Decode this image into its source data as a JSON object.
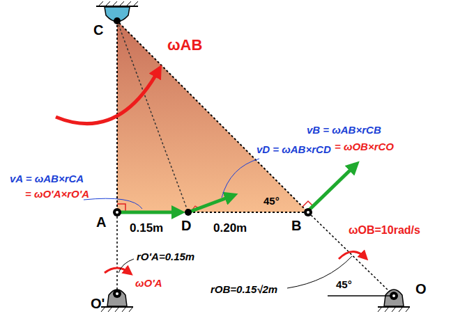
{
  "diagram": {
    "labels": [
      "C",
      "ωAB",
      "vD = ωAB×rCD",
      "vB = ωAB×rCB",
      "= ωOB×rCO",
      "vA = ωAB×rCA",
      "= ωO'A×rO'A",
      "A",
      "D",
      "B",
      "0.15m",
      "0.20m",
      "45°",
      "ωOB=10rad/s",
      "rO'A=0.15m",
      "ωO'A",
      "O'",
      "rOB=0.15√2m",
      "45°",
      "O"
    ]
  }
}
